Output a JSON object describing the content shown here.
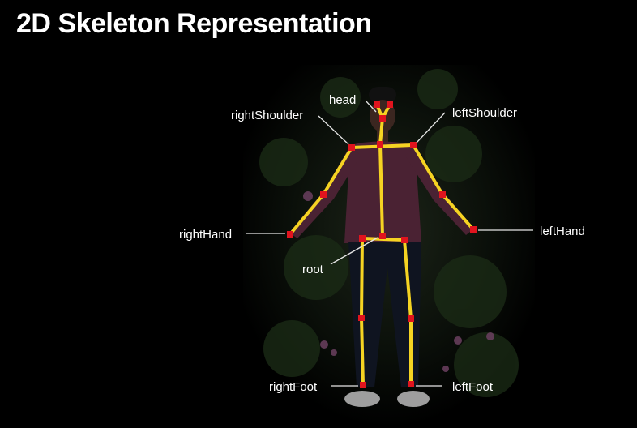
{
  "title": "2D Skeleton Representation",
  "colors": {
    "background": "#000000",
    "bone": "#f5d322",
    "joint": "#e0141e",
    "text": "#ffffff",
    "leader": "#e6e6e6"
  },
  "labels": {
    "head": "head",
    "right_shoulder": "rightShoulder",
    "left_shoulder": "leftShoulder",
    "right_hand": "rightHand",
    "left_hand": "leftHand",
    "root": "root",
    "right_foot": "rightFoot",
    "left_foot": "leftFoot"
  }
}
